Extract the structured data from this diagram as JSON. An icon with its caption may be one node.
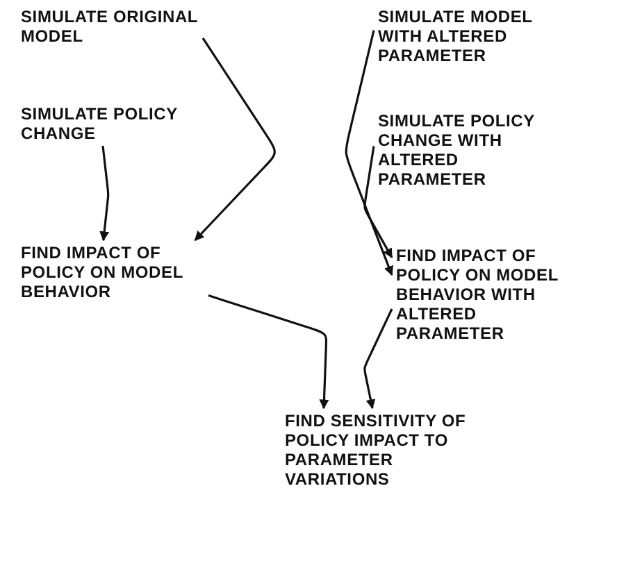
{
  "diagram": {
    "nodes": [
      {
        "text": [
          "SIMULATE ORIGINAL MODEL"
        ]
      },
      {
        "text": [
          "SIMULATE MODEL WITH ALTERED PARAMETER"
        ]
      },
      {
        "text": [
          "SIMULATE POLICY CHANGE"
        ]
      },
      {
        "text": [
          "SIMULATE POLICY CHANGE WITH ALTERED PARAMETER"
        ]
      },
      {
        "text": [
          "FIND IMPACT OF POLICY ON MODEL BEHAVIOR"
        ]
      },
      {
        "text": [
          "FIND IMPACT OF POLICY ON MODEL BEHAVIOR WITH ALTERED PARAMETER"
        ]
      },
      {
        "text": [
          "FIND SENSITIVITY OF POLICY IMPACT TO PARAMETER VARIATIONS"
        ]
      }
    ],
    "edges": [
      {
        "from": 0,
        "to": 4,
        "arrow": "to"
      },
      {
        "from": 2,
        "to": 4,
        "arrow": "to"
      },
      {
        "from": 1,
        "to": 5,
        "arrow": "to"
      },
      {
        "from": 3,
        "to": 5,
        "arrow": "to"
      },
      {
        "from": 4,
        "to": 6,
        "arrow": "to"
      },
      {
        "from": 5,
        "to": 6,
        "arrow": "to"
      }
    ]
  }
}
